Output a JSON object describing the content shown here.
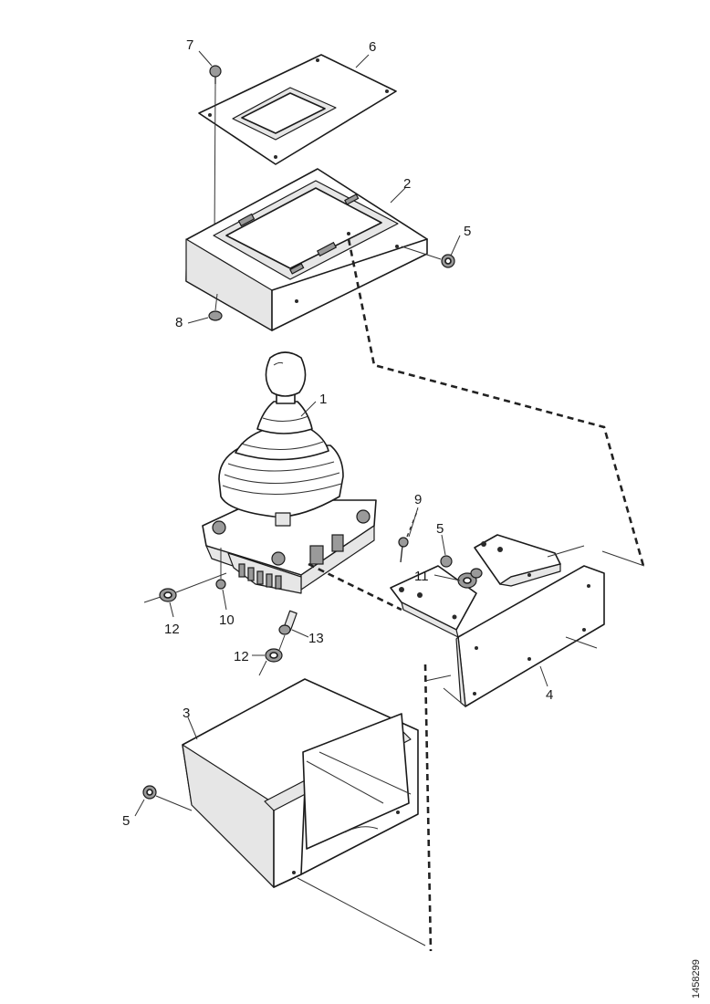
{
  "callouts": {
    "c1": "1",
    "c2": "2",
    "c3": "3",
    "c4": "4",
    "c5a": "5",
    "c5b": "5",
    "c5c": "5",
    "c6": "6",
    "c7": "7",
    "c8": "8",
    "c9": "9",
    "c10": "10",
    "c11": "11",
    "c12a": "12",
    "c12b": "12",
    "c13": "13"
  },
  "catalog_code": "1458299"
}
